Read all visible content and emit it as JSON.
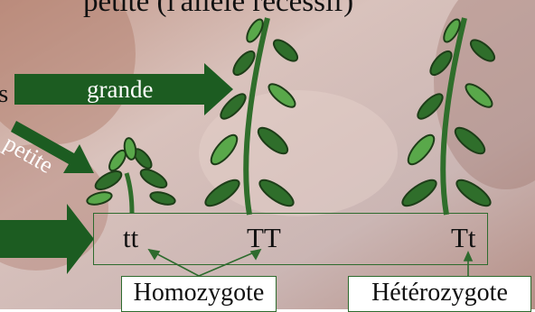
{
  "slide": {
    "title_partial": "petite (l'allèle récessif)",
    "side_fragment": "s",
    "arrow_grande_label": "grande",
    "arrow_petite_label": "petite",
    "genotypes": [
      "tt",
      "TT",
      "Tt"
    ],
    "homozygote_label": "Homozygote",
    "heterozygote_label": "Hétérozygote"
  },
  "colors": {
    "arrow": "#1c5c21",
    "plant_dark": "#2f6e2b",
    "plant_light": "#59a84a",
    "box_border": "#2e6b2e"
  }
}
